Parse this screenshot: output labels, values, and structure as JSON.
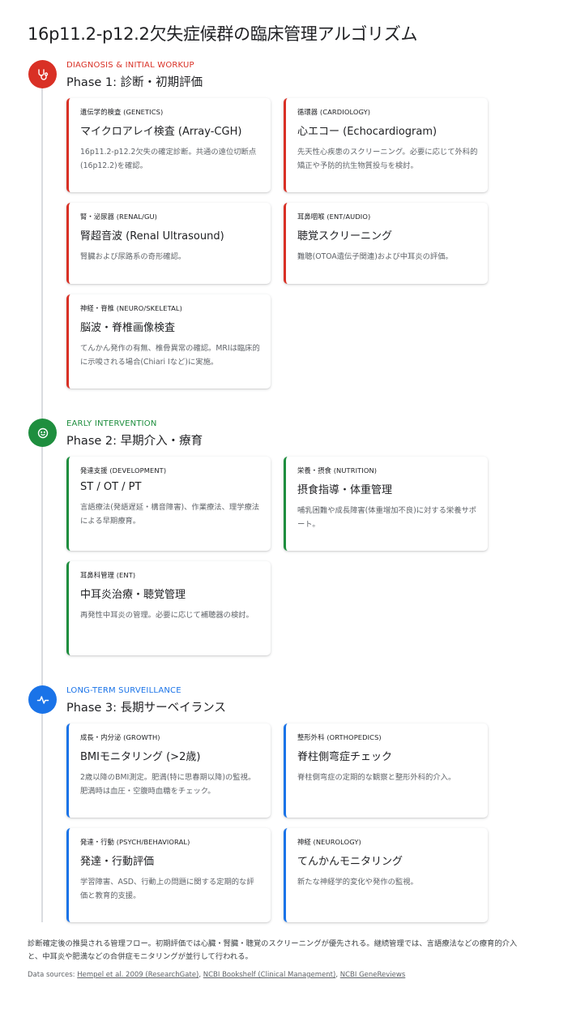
{
  "title": "16p11.2-p12.2欠失症候群の臨床管理アルゴリズム",
  "colors": {
    "phase1": "#d93025",
    "phase2": "#1e8e3e",
    "phase3": "#1a73e8"
  },
  "phases": [
    {
      "eyebrow": "DIAGNOSIS & INITIAL WORKUP",
      "title": "Phase 1: 診断・初期評価",
      "icon": "stethoscope-icon",
      "cards": [
        {
          "label": "遺伝学的検査 (GENETICS)",
          "title": "マイクロアレイ検査 (Array-CGH)",
          "desc": "16p11.2-p12.2欠失の確定診断。共通の遠位切断点(16p12.2)を確認。"
        },
        {
          "label": "循環器 (CARDIOLOGY)",
          "title": "心エコー (Echocardiogram)",
          "desc": "先天性心疾患のスクリーニング。必要に応じて外科的矯正や予防的抗生物質投与を検討。"
        },
        {
          "label": "腎・泌尿器 (RENAL/GU)",
          "title": "腎超音波 (Renal Ultrasound)",
          "desc": "腎臓および尿路系の奇形確認。"
        },
        {
          "label": "耳鼻咽喉 (ENT/AUDIO)",
          "title": "聴覚スクリーニング",
          "desc": "難聴(OTOA遺伝子関連)および中耳炎の評価。"
        },
        {
          "label": "神経・脊椎 (NEURO/SKELETAL)",
          "title": "脳波・脊椎画像検査",
          "desc": "てんかん発作の有無、椎骨異常の確認。MRIは臨床的に示唆される場合(Chiari Iなど)に実施。"
        }
      ]
    },
    {
      "eyebrow": "EARLY INTERVENTION",
      "title": "Phase 2: 早期介入・療育",
      "icon": "child-icon",
      "cards": [
        {
          "label": "発達支援 (DEVELOPMENT)",
          "title": "ST / OT / PT",
          "desc": "言語療法(発語遅延・構音障害)、作業療法、理学療法による早期療育。"
        },
        {
          "label": "栄養・摂食 (NUTRITION)",
          "title": "摂食指導・体重管理",
          "desc": "哺乳困難や成長障害(体重増加不良)に対する栄養サポート。"
        },
        {
          "label": "耳鼻科管理 (ENT)",
          "title": "中耳炎治療・聴覚管理",
          "desc": "再発性中耳炎の管理。必要に応じて補聴器の検討。"
        }
      ]
    },
    {
      "eyebrow": "LONG-TERM SURVEILLANCE",
      "title": "Phase 3: 長期サーベイランス",
      "icon": "pulse-icon",
      "cards": [
        {
          "label": "成長・内分泌 (GROWTH)",
          "title": "BMIモニタリング (>2歳)",
          "desc": "2歳以降のBMI測定。肥満(特に思春期以降)の監視。肥満時は血圧・空腹時血糖をチェック。"
        },
        {
          "label": "整形外科 (ORTHOPEDICS)",
          "title": "脊柱側弯症チェック",
          "desc": "脊柱側弯症の定期的な観察と整形外科的介入。"
        },
        {
          "label": "発達・行動 (PSYCH/BEHAVIORAL)",
          "title": "発達・行動評価",
          "desc": "学習障害、ASD、行動上の問題に関する定期的な評価と教育的支援。"
        },
        {
          "label": "神経 (NEUROLOGY)",
          "title": "てんかんモニタリング",
          "desc": "新たな神経学的変化や発作の監視。"
        }
      ]
    }
  ],
  "footer": {
    "note": "診断確定後の推奨される管理フロー。初期評価では心臓・腎臓・聴覚のスクリーニングが優先される。継続管理では、言語療法などの療育的介入と、中耳炎や肥満などの合併症モニタリングが並行して行われる。",
    "sources_prefix": "Data sources: ",
    "sources": [
      "Hempel et al. 2009 (ResearchGate)",
      "NCBI Bookshelf (Clinical Management)",
      "NCBI GeneReviews"
    ]
  }
}
